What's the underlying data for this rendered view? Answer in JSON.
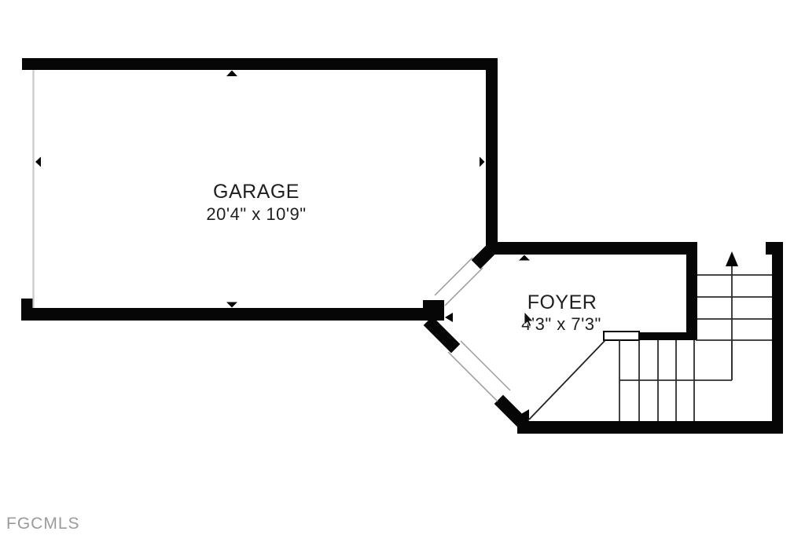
{
  "plan": {
    "rooms": [
      {
        "name": "GARAGE",
        "dimensions": "20'4\" x 10'9\""
      },
      {
        "name": "FOYER",
        "dimensions": "4'3\" x 7'3\""
      }
    ],
    "stairs": {
      "upper_treads": 4,
      "lower_risers": 5,
      "direction_icon": "up-arrow-icon"
    },
    "icons": [
      "up-arrow-icon",
      "mouse-cursor-icon",
      "wall-marker-triangle"
    ],
    "colors": {
      "wall": "#060606",
      "stair_line": "#2e2e2e",
      "garage_door_line": "#c9c9c9",
      "door_edge": "#9a9a9a",
      "text": "#1f1f1f",
      "watermark": "#9b9b9b",
      "background": "#ffffff"
    }
  },
  "watermark": {
    "text": "FGCMLS"
  }
}
